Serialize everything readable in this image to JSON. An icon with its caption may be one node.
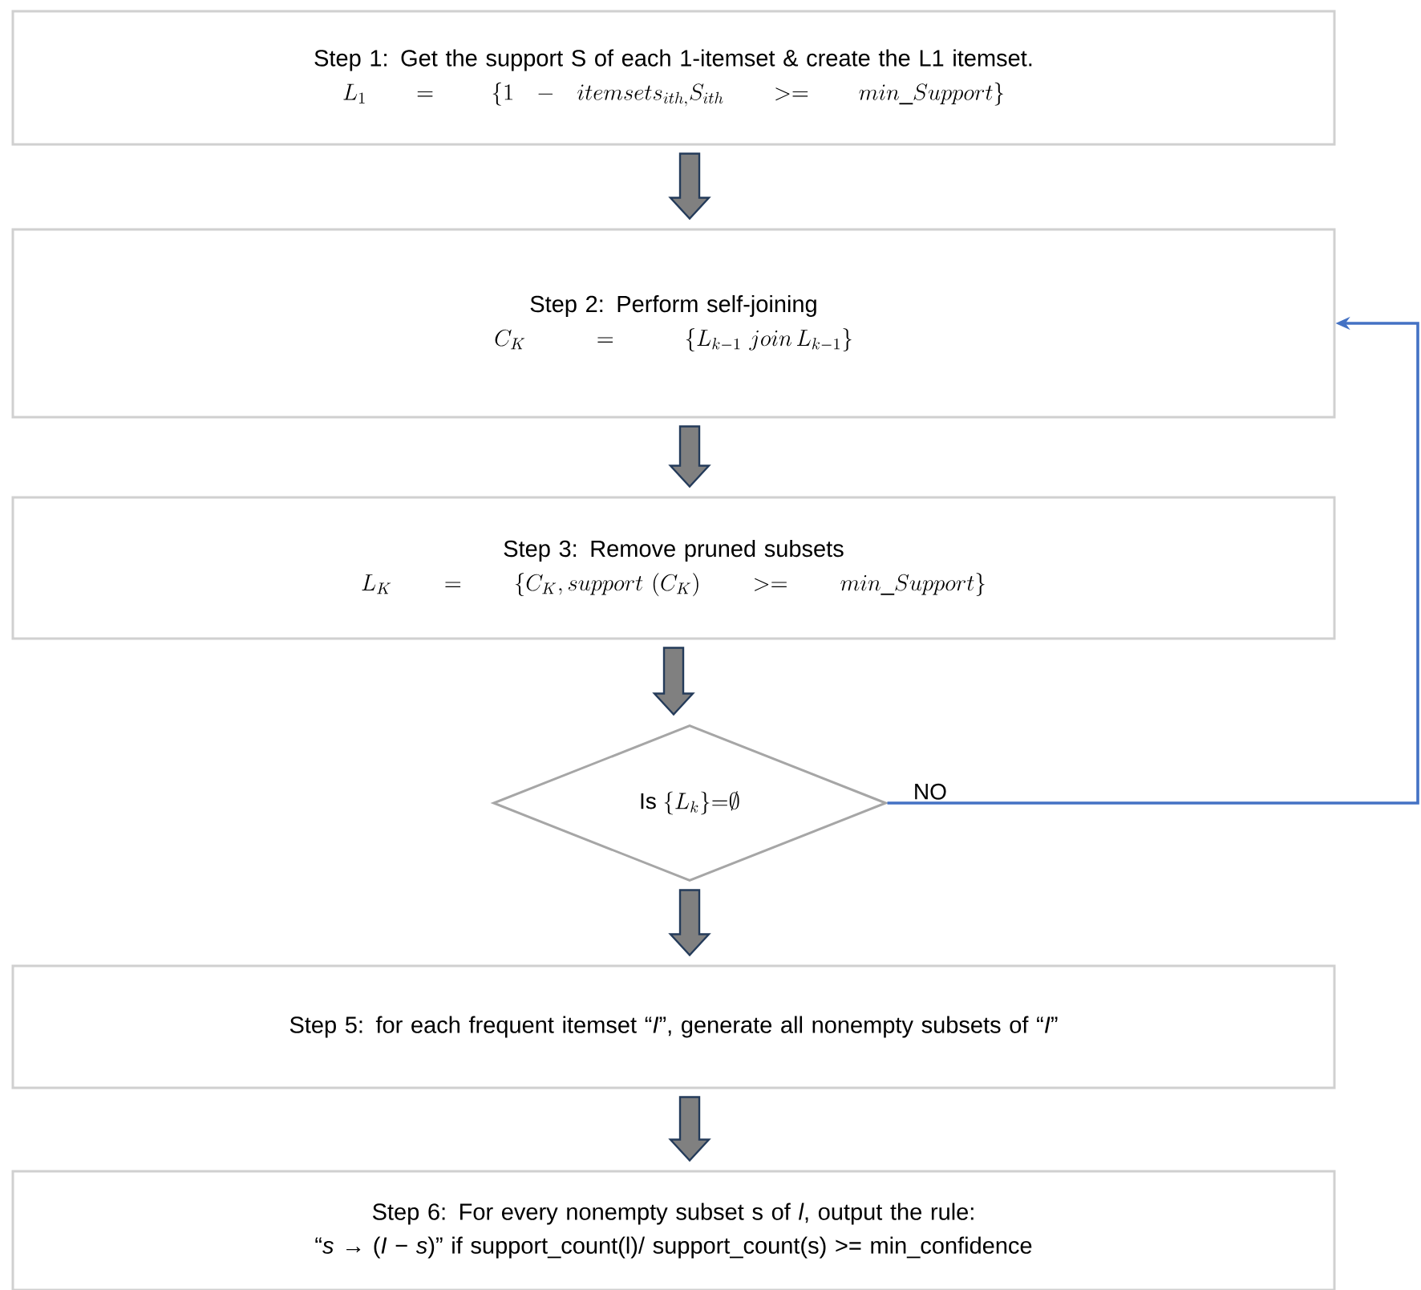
{
  "diagram": {
    "nodes": [
      {
        "text": [
          "Step 1: Get the support S of each 1-itemset & create the L1 itemset.",
          "L_1 =\\ \\{1 - itemsets_{ith,} S_{ith} >= min\\_Support\\}"
        ]
      },
      {
        "text": [
          "Step 2: Perform self-joining",
          "C_K = \\{L_{k-1}\\ join\\, L_{k-1}\\}"
        ]
      },
      {
        "text": [
          "Step 3: Remove pruned subsets",
          "L_K = \\{C_K, support\\ (C_K) >= min\\_Support\\}"
        ]
      },
      {
        "text": [
          "Is",
          "\\{L_k\\}{=}\\emptyset"
        ]
      },
      {
        "text": [
          "Step 5: for each frequent itemset “*I*”, generate all nonempty subsets of “*I*”"
        ]
      },
      {
        "text": [
          "Step 6: For every nonempty subset s of *l*, output the rule:",
          "“*s* → (*I* − *s*)” if support_count(l)/ support_count(s) >= min_confidence"
        ]
      }
    ],
    "edges": [
      {
        "from": 0,
        "to": 1,
        "arrow": "to"
      },
      {
        "from": 1,
        "to": 2,
        "arrow": "to"
      },
      {
        "from": 2,
        "to": 3,
        "arrow": "to"
      },
      {
        "from": 3,
        "to": 4,
        "arrow": "to"
      },
      {
        "from": 4,
        "to": 5,
        "arrow": "to"
      },
      {
        "from": 3,
        "to": 1,
        "arrow": "to",
        "label": "NO",
        "color": "#4472c4"
      }
    ]
  }
}
